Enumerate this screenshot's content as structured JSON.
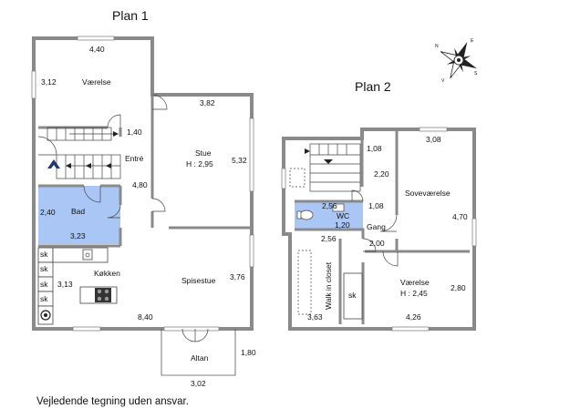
{
  "plan1": {
    "title": "Plan 1",
    "rooms": {
      "vaerelse": "Værelse",
      "entre": "Entré",
      "stue": "Stue",
      "stue_height": "H : 2,95",
      "bad": "Bad",
      "koekken": "Køkken",
      "spisestue": "Spisestue",
      "altan": "Altan"
    },
    "dims": {
      "d440": "4,40",
      "d312": "3,12",
      "d382": "3,82",
      "d140": "1,40",
      "d532": "5,32",
      "d480": "4,80",
      "d240": "2,40",
      "d323": "3,23",
      "d313": "3,13",
      "d376": "3,76",
      "d840": "8,40",
      "d180": "1,80",
      "d302": "3,02"
    },
    "cabinet_label": "sk",
    "colors": {
      "bath_fill": "#a9c6f5",
      "stair_arrow": "#1f3a6b"
    }
  },
  "plan2": {
    "title": "Plan 2",
    "rooms": {
      "wc": "WC",
      "gang": "Gang",
      "sovevaerelse": "Soveværelse",
      "walkin": "Walk in closet",
      "vaerelse": "Værelse",
      "vaerelse_height": "H : 2,45"
    },
    "dims": {
      "d108a": "1,08",
      "d308": "3,08",
      "d220": "2,20",
      "d256a": "2,56",
      "d108b": "1,08",
      "d120": "1,20",
      "d470": "4,70",
      "d256b": "2,56",
      "d200": "2,00",
      "d280": "2,80",
      "d363": "3,63",
      "d426": "4,26"
    },
    "cabinet_label": "sk",
    "colors": {
      "wc_fill": "#a9c6f5"
    }
  },
  "compass": {
    "n": "N",
    "s": "S",
    "e": "E",
    "w": "V"
  },
  "footer": "Vejledende tegning uden ansvar."
}
